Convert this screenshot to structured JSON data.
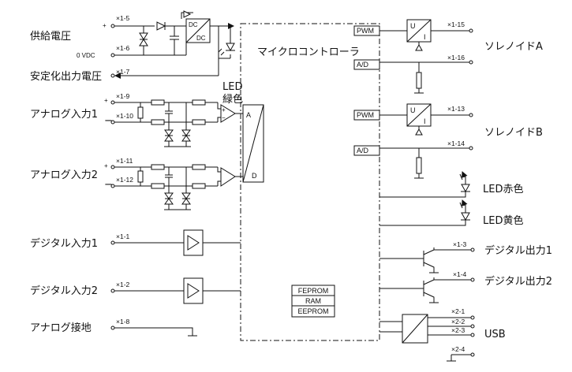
{
  "left_labels": {
    "supply_voltage": "供給電圧",
    "stabilized_output": "安定化出力電圧",
    "analog_in_1": "アナログ入力1",
    "analog_in_2": "アナログ入力2",
    "digital_in_1": "デジタル入力1",
    "digital_in_2": "デジタル入力2",
    "analog_ground": "アナログ接地"
  },
  "right_labels": {
    "solenoid_a": "ソレノイドA",
    "solenoid_b": "ソレノイドB",
    "led_red": "LED赤色",
    "led_yellow": "LED黄色",
    "digital_out_1": "デジタル出力1",
    "digital_out_2": "デジタル出力2",
    "usb": "USB"
  },
  "center": {
    "microcontroller": "マイクロコントローラ",
    "led_green_1": "LED",
    "led_green_2": "緑色",
    "zero_vdc": "0 VDC",
    "memory": [
      "FEPROM",
      "RAM",
      "EEPROM"
    ],
    "pwm": "PWM",
    "ad": "A/D",
    "dc": "DC",
    "adc_a": "A",
    "adc_d": "D",
    "u": "U",
    "i": "I",
    "plus": "+",
    "minus": "−"
  },
  "pins": {
    "p1_5": "×1-5",
    "p1_6": "×1-6",
    "p1_7": "×1-7",
    "p1_9": "×1-9",
    "p1_10": "×1-10",
    "p1_11": "×1-11",
    "p1_12": "×1-12",
    "p1_1": "×1-1",
    "p1_2": "×1-2",
    "p1_8": "×1-8",
    "p1_15": "×1-15",
    "p1_16": "×1-16",
    "p1_13": "×1-13",
    "p1_14": "×1-14",
    "p1_3": "×1-3",
    "p1_4": "×1-4",
    "p2_1": "×2-1",
    "p2_2": "×2-2",
    "p2_3": "×2-3",
    "p2_4": "×2-4"
  }
}
